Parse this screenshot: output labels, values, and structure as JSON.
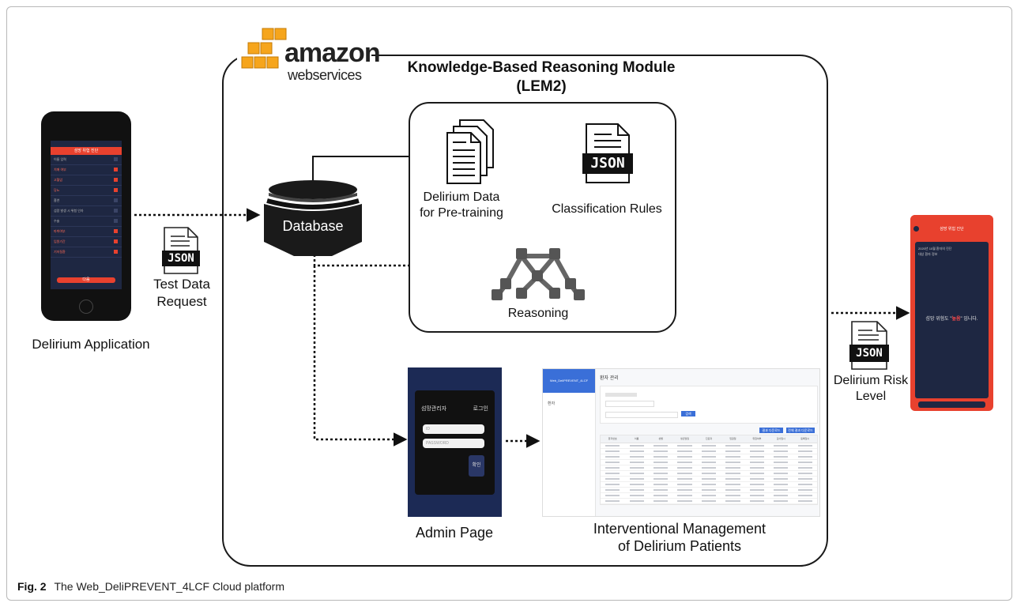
{
  "module": {
    "title_line1": "Knowledge-Based Reasoning Module",
    "title_line2": "(LEM2)"
  },
  "aws": {
    "brand": "amazon",
    "sub": "webservices"
  },
  "phone_left": {
    "label": "Delirium Application",
    "header": "섬망 위험 진단",
    "rows": [
      "이름 입력",
      "치매 여부",
      "고혈압",
      "당뇨",
      "흡연",
      "섬망 발생 시 위험 인자",
      "수술",
      "마취여부",
      "입원기간",
      "기저질환"
    ],
    "button": "다음"
  },
  "test_request": {
    "icon_text": "JSON",
    "label_line1": "Test Data",
    "label_line2": "Request"
  },
  "database": {
    "label": "Database"
  },
  "delirium_data": {
    "label_line1": "Delirium Data",
    "label_line2": "for Pre-training"
  },
  "classification": {
    "icon_text": "JSON",
    "label": "Classification Rules"
  },
  "reasoning": {
    "label": "Reasoning"
  },
  "admin": {
    "label": "Admin Page",
    "title": "섬망관리자",
    "login_text": "로그인",
    "id_placeholder": "ID",
    "pw_placeholder": "PASSWORD",
    "submit": "확인"
  },
  "management": {
    "label_line1": "Interventional Management",
    "label_line2": "of Delirium Patients",
    "sidebar_title": "Web_DeliPREVENT_4LCF",
    "sidebar_item": "환자",
    "page_title": "환자 관리",
    "buttons": [
      "검색",
      "결과 다운로드",
      "전체 결과 다운로드"
    ],
    "table_headers": [
      "환자번호",
      "이름",
      "성별",
      "생년월일",
      "진료과",
      "입원일",
      "위험여부",
      "검사일시",
      "등록일시"
    ],
    "row_count": 11
  },
  "risk": {
    "icon_text": "JSON",
    "label_line1": "Delirium Risk",
    "label_line2": "Level"
  },
  "phone_right": {
    "header": "섬망 위험 진단",
    "info_line1": "2020년 10월 환자의 진단",
    "info_line2": "대상 환자 정보",
    "result_prefix": "섬망 위험도 \"",
    "result_level": "높음",
    "result_suffix": "\" 입니다."
  },
  "caption": {
    "fig": "Fig. 2",
    "text": "The Web_DeliPREVENT_4LCF Cloud platform"
  },
  "colors": {
    "aws_orange": "#f6a51c",
    "app_red": "#e8412e",
    "navy": "#1e2742",
    "admin_blue": "#1c2a55",
    "table_blue": "#3a6fd8"
  }
}
